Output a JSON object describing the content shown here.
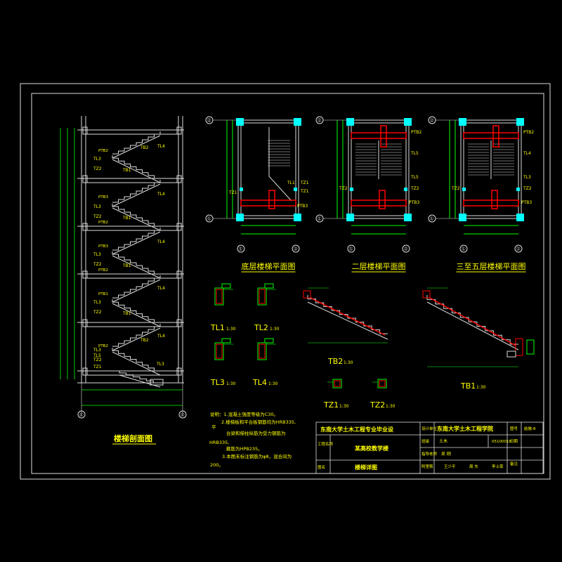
{
  "section": {
    "title": "楼梯剖面图",
    "labels_left": [
      "TL3",
      "TZ2",
      "TL3",
      "TZ2",
      "TL3",
      "TZ2",
      "TL3",
      "TZ2",
      "TL3",
      "TZ2",
      "TL5",
      "TZ1"
    ],
    "labels_mid": [
      "PTB2",
      "PTB3",
      "PTB2",
      "PTB3",
      "PTB2",
      "PTB1",
      "PTB2"
    ],
    "labels_right": [
      "TB2",
      "TL4",
      "TB1",
      "TL4",
      "TB1",
      "TL4",
      "TB1",
      "TL4",
      "TB1",
      "TL4",
      "TB2",
      "TL3"
    ],
    "axis_left": "①",
    "axis_right": "②"
  },
  "plans": [
    {
      "title": "底层楼梯平面图",
      "labels": [
        "TL1",
        "TZ1",
        "TZ1",
        "PTB3",
        "TZ1"
      ],
      "axis_top": "②",
      "axis_bottom": "①",
      "axis_l": "①",
      "axis_r": "②"
    },
    {
      "title": "二层楼梯平面图",
      "labels": [
        "PTB2",
        "TL5",
        "TL5",
        "TZ2",
        "PTB3",
        "TZ2"
      ],
      "axis_top": "②",
      "axis_bottom": "①",
      "axis_l": "①",
      "axis_r": "②"
    },
    {
      "title": "三至五层楼梯平面图",
      "labels": [
        "PTB2",
        "TL4",
        "TL3",
        "TZ2",
        "PTB3",
        "TZ2"
      ],
      "axis_top": "②",
      "axis_bottom": "①",
      "axis_l": "①",
      "axis_r": "②"
    }
  ],
  "details": {
    "tl1": "TL1",
    "tl2": "TL2",
    "tl3": "TL3",
    "tl4": "TL4",
    "scale": "1:30",
    "tb2": "TB2",
    "tb1": "TB1",
    "tz1": "TZ1",
    "tz2": "TZ2"
  },
  "notes": {
    "l1": "说明：1.混凝土强度等级为C30。",
    "l2": "2.楼梯板和平台板钢筋均为HRB335,",
    "l3": "平",
    "l4": "台梁和梯柱纵筋为受力钢筋为",
    "l5": "HRB335,",
    "l6": "箍筋为HPB235。",
    "l7": "3.本图未标注钢筋为φ8，混合间为",
    "l8": "200。"
  },
  "titleblock": {
    "school": "东南大学土木工程专业毕业设",
    "proj_label": "工程名称",
    "proj_name": "某高校教学楼",
    "drawing_label": "图名",
    "drawing_name": "楼梯详图",
    "unit_label": "设计单位",
    "unit_name": "东南大学土木工程学院",
    "class_label": "班级",
    "class_name": "土木",
    "id": "05100018",
    "tutor_label": "指导老师",
    "tutor_name": "吴 刚",
    "stu_label": "阿里斯",
    "stu_names": [
      "王少平",
      "周 东",
      "李士荣"
    ],
    "no_label": "图号",
    "no_val": "结施-8",
    "date_label": "日期",
    "note_label": "备注"
  }
}
